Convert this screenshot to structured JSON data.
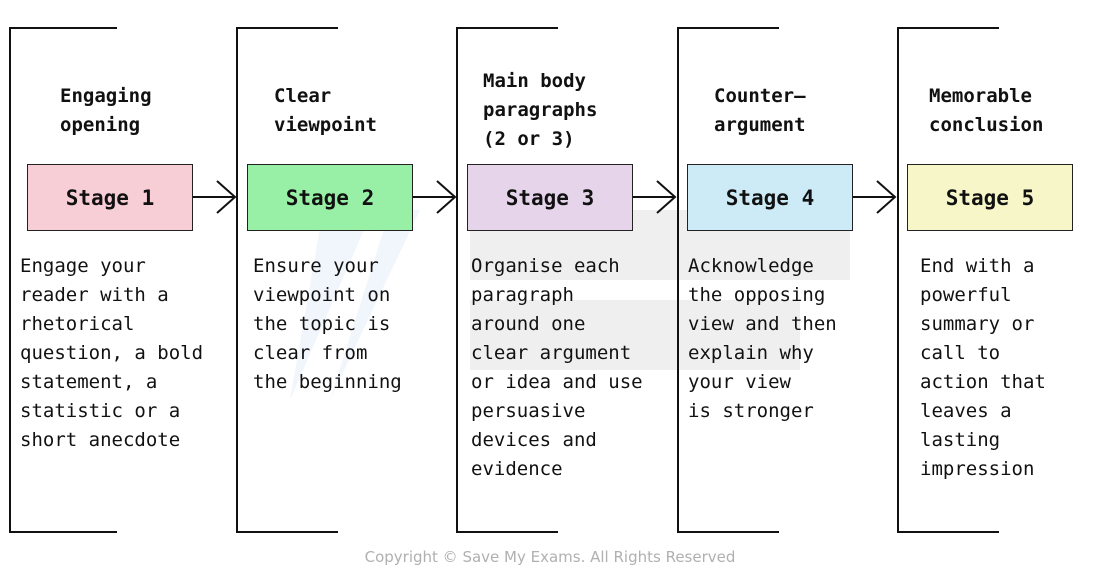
{
  "stages": [
    {
      "heading": "Engaging\nopening",
      "label": "Stage 1",
      "color": "#f7cdd6",
      "description": "Engage your\nreader with a\nrhetorical\nquestion, a bold\nstatement, a\nstatistic or a\nshort anecdote"
    },
    {
      "heading": "Clear\nviewpoint",
      "label": "Stage 2",
      "color": "#97f0a6",
      "description": "Ensure your\nviewpoint on\nthe topic is\nclear from\nthe beginning"
    },
    {
      "heading": "Main body\nparagraphs\n(2 or 3)",
      "label": "Stage 3",
      "color": "#e5d4ea",
      "description": "Organise each\nparagraph\naround one\nclear argument\nor idea and use\npersuasive\ndevices and\nevidence"
    },
    {
      "heading": "Counter—\nargument",
      "label": "Stage 4",
      "color": "#cdebf6",
      "description": "Acknowledge\nthe opposing\nview and then\nexplain why\nyour view\nis stronger"
    },
    {
      "heading": "Memorable\nconclusion",
      "label": "Stage 5",
      "color": "#f6f6c9",
      "description": "End with a\npowerful\nsummary or\ncall to\naction that\nleaves a\nlasting\nimpression"
    }
  ],
  "icons": [
    "arrow-right-icon",
    "logo-watermark-icon"
  ],
  "copyright": "Copyright © Save My Exams. All Rights Reserved"
}
